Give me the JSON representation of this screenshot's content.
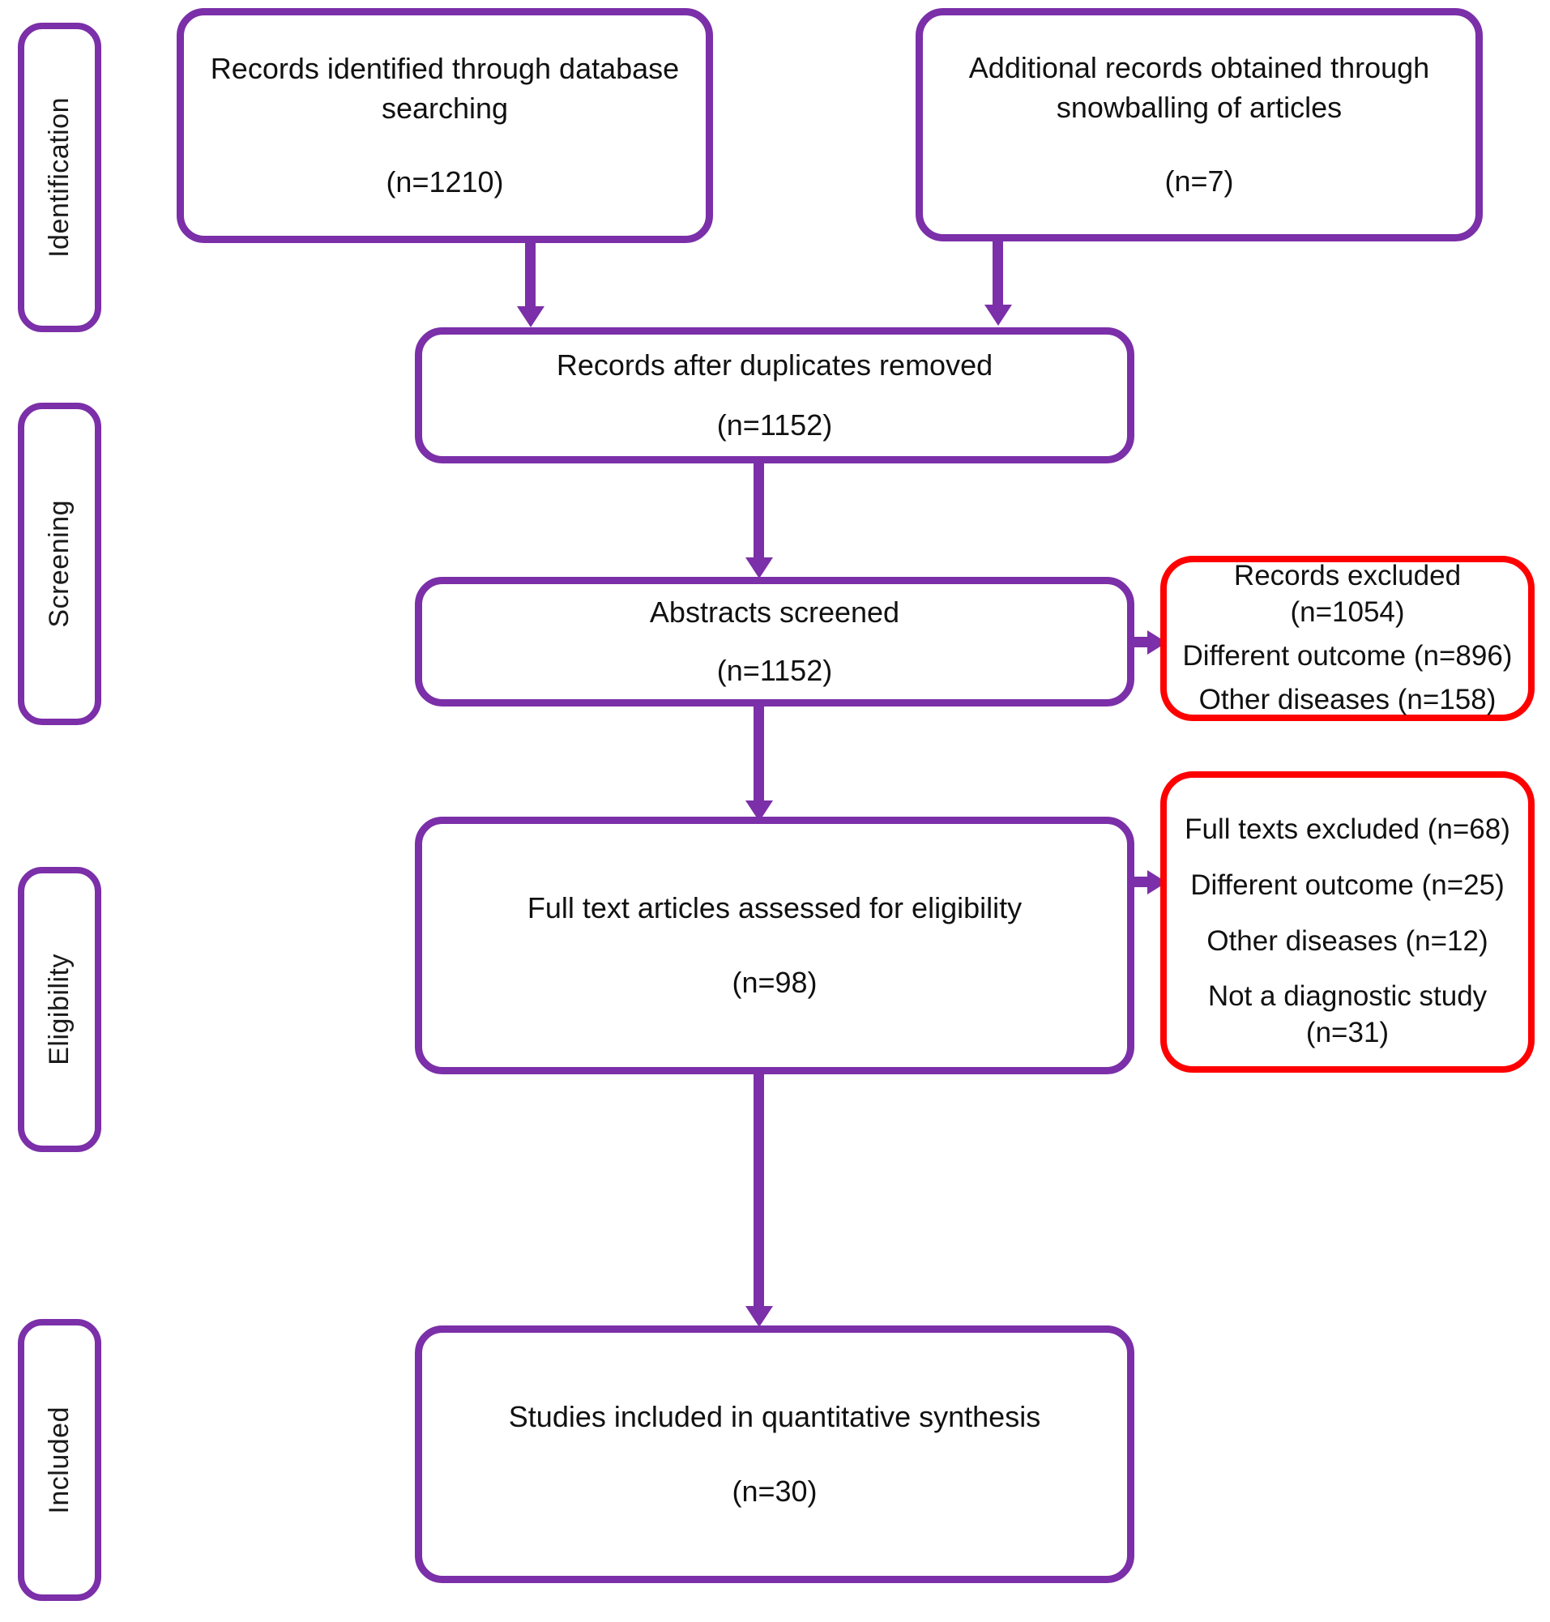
{
  "diagram": {
    "type": "prisma-flow-diagram",
    "colors": {
      "flow_accent": "#7B2FA8",
      "exclusion_accent": "#FF0000",
      "text": "#111111",
      "background": "#FFFFFF"
    },
    "stages": [
      {
        "id": "identification",
        "label": "Identification"
      },
      {
        "id": "screening",
        "label": "Screening"
      },
      {
        "id": "eligibility",
        "label": "Eligibility"
      },
      {
        "id": "included",
        "label": "Included"
      }
    ],
    "nodes": {
      "database_search": {
        "title": "Records identified through database searching",
        "count": "(n=1210)",
        "n": 1210
      },
      "snowballing": {
        "title": "Additional records obtained through snowballing of articles",
        "count": "(n=7)",
        "n": 7
      },
      "after_duplicates": {
        "title": "Records after duplicates removed",
        "count": "(n=1152)",
        "n": 1152
      },
      "abstracts_screened": {
        "title": "Abstracts screened",
        "count": "(n=1152)",
        "n": 1152
      },
      "full_text_assessed": {
        "title": "Full text articles assessed for eligibility",
        "count": "(n=98)",
        "n": 98
      },
      "studies_included": {
        "title": "Studies included in quantitative synthesis",
        "count": "(n=30)",
        "n": 30
      }
    },
    "exclusions": {
      "records_excluded": {
        "lines": [
          "Records excluded (n=1054)",
          "Different outcome (n=896)",
          "Other diseases (n=158)"
        ],
        "total_n": 1054,
        "reasons": [
          {
            "reason": "Different outcome",
            "n": 896
          },
          {
            "reason": "Other diseases",
            "n": 158
          }
        ]
      },
      "full_texts_excluded": {
        "lines": [
          "Full texts excluded (n=68)",
          "Different outcome (n=25)",
          "Other diseases (n=12)",
          "Not a diagnostic study (n=31)"
        ],
        "line_4a": "Not a diagnostic study",
        "line_4b": "(n=31)",
        "total_n": 68,
        "reasons": [
          {
            "reason": "Different outcome",
            "n": 25
          },
          {
            "reason": "Other diseases",
            "n": 12
          },
          {
            "reason": "Not a diagnostic study",
            "n": 31
          }
        ]
      }
    }
  }
}
